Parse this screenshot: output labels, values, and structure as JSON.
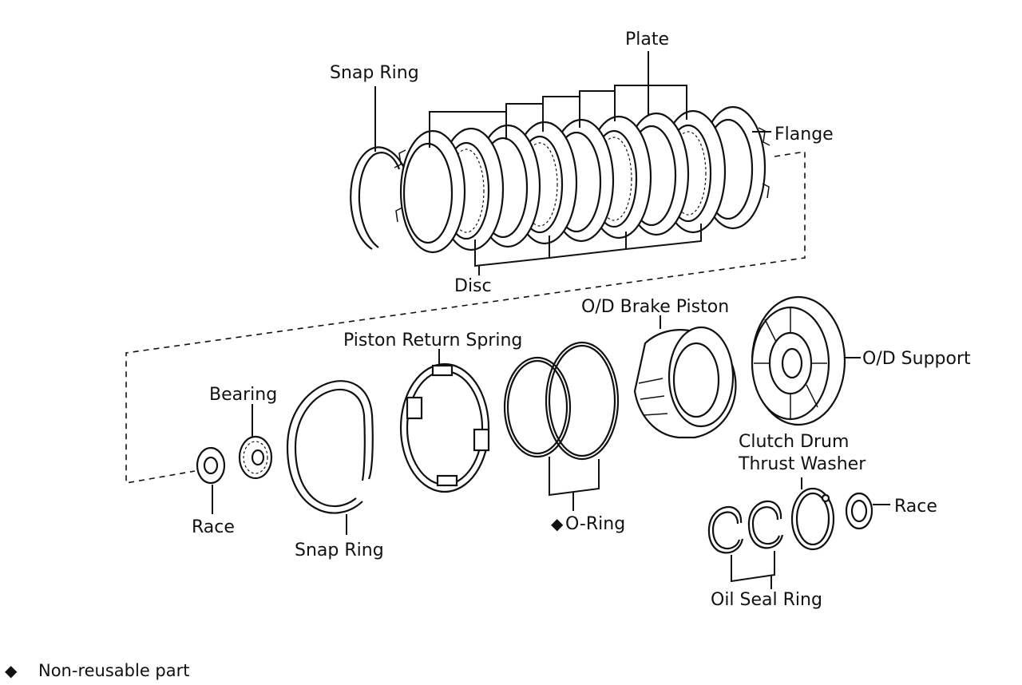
{
  "labels": {
    "plate": "Plate",
    "snap_ring_top": "Snap Ring",
    "flange": "Flange",
    "disc": "Disc",
    "od_brake_piston": "O/D Brake Piston",
    "od_support": "O/D Support",
    "piston_return_spring": "Piston Return Spring",
    "bearing": "Bearing",
    "race_left": "Race",
    "snap_ring_bottom": "Snap Ring",
    "o_ring": "O-Ring",
    "clutch_drum_line1": "Clutch Drum",
    "clutch_drum_line2": "Thrust Washer",
    "race_right": "Race",
    "oil_seal_ring": "Oil Seal Ring"
  },
  "legend": {
    "symbol": "◆",
    "text": "Non-reusable part"
  },
  "icons": {
    "non_reusable_marker": "diamond-icon"
  }
}
